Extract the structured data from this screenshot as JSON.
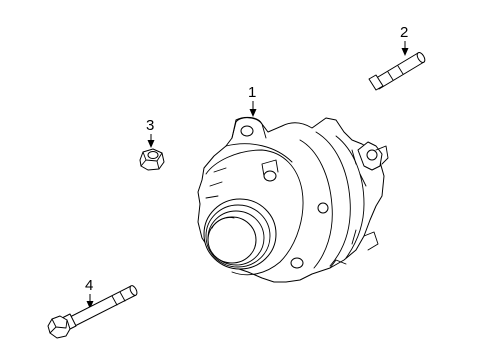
{
  "diagram": {
    "callouts": [
      {
        "id": "alternator",
        "label": "1"
      },
      {
        "id": "stud-bolt",
        "label": "2"
      },
      {
        "id": "nut",
        "label": "3"
      },
      {
        "id": "mounting-bolt",
        "label": "4"
      }
    ]
  }
}
